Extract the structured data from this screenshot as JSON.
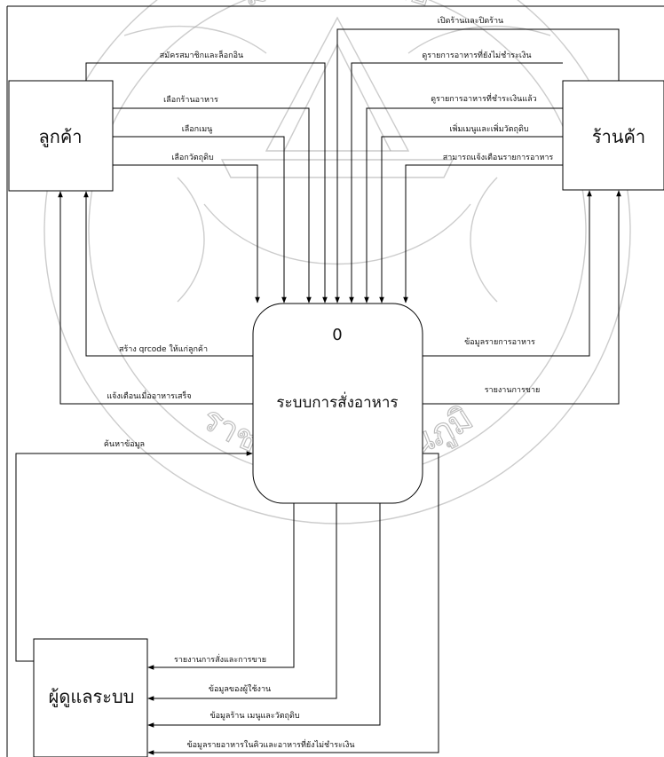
{
  "watermark": {
    "text_top": "มหาวิทยาลัย",
    "text_bottom": "ราชมงคลสุวรรณภูมิ",
    "color": "#8a8a8a"
  },
  "entities": {
    "customer": "ลูกค้า",
    "store": "ร้านค้า",
    "admin": "ผู้ดูแลระบบ"
  },
  "process": {
    "id": "0",
    "name": "ระบบการสั่งอาหาร"
  },
  "flows": {
    "open_close_store": "เปิดร้านและปิดร้าน",
    "register_login": "สมัครสมาชิกและล็อกอิน",
    "view_unpaid": "ดูรายการอาหารที่ยังไม่ชำระเงิน",
    "select_store": "เลือกร้านอาหาร",
    "view_paid": "ดูรายการอาหารที่ชำระเงินแล้ว",
    "select_menu": "เลือกเมนู",
    "add_menu_ingredient": "เพิ่มเมนูและเพิ่มวัตถุดิบ",
    "select_ingredient": "เลือกวัตถุดิบ",
    "notify_order_list": "สามารถแจ้งเตือนรายการอาหาร",
    "create_qrcode": "สร้าง qrcode ให้แก่ลูกค้า",
    "order_info": "ข้อมูลรายการอาหาร",
    "notify_done": "แจ้งเตือนเมื่ออาหารเสร็จ",
    "sales_report_store": "รายงานการขาย",
    "search_data": "ค้นหาข้อมูล",
    "report_orders_sales": "รายงานการสั่งและการขาย",
    "user_data": "ข้อมูลของผู้ใช้งาน",
    "store_menu_ingredient_data": "ข้อมูลร้าน เมนูและวัตถุดิบ",
    "queue_unpaid_data": "ข้อมูลรายอาหารในคิวและอาหารที่ยังไม่ชำระเงิน"
  }
}
